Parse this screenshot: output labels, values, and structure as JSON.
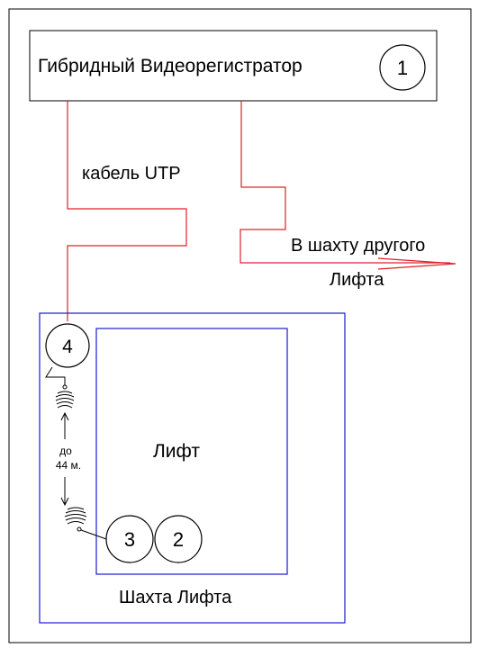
{
  "recorder": {
    "title": "Гибридный Видеорегистратор",
    "number": "1"
  },
  "cable": {
    "label": "кабель UTP"
  },
  "other_shaft": {
    "line1": "В шахту другого",
    "line2": "Лифта"
  },
  "shaft": {
    "label": "Шахта Лифта"
  },
  "elevator": {
    "label": "Лифт"
  },
  "distance": {
    "line1": "до",
    "line2": "44 м."
  },
  "nodes": {
    "n2": "2",
    "n3": "3",
    "n4": "4"
  },
  "colors": {
    "cable": "#e0202a",
    "shaft": "#1a1acc",
    "ink": "#000000"
  }
}
